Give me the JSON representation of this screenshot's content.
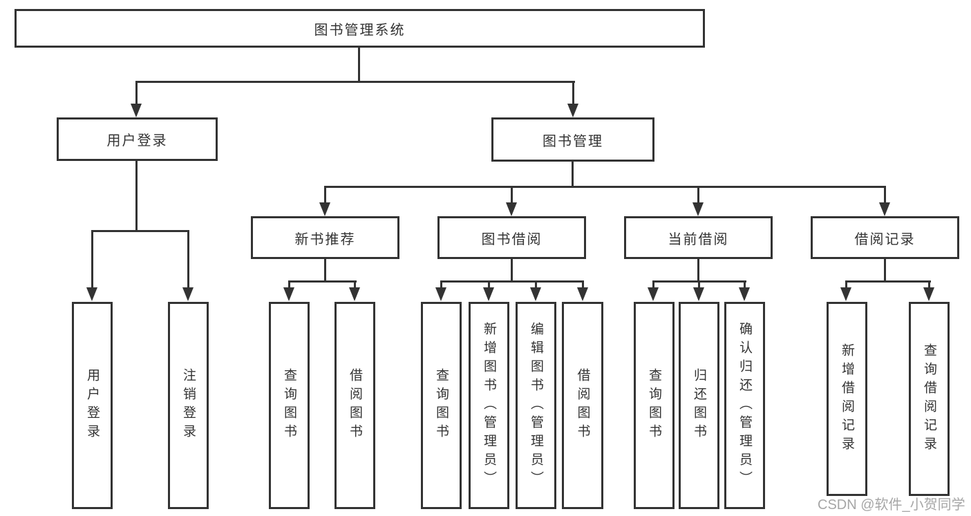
{
  "watermark": "CSDN @软件_小贺同学",
  "colors": {
    "line": "#333333",
    "text": "#333333",
    "background": "#ffffff",
    "watermark": "#9e9e9e"
  },
  "tree": {
    "root": "图书管理系统",
    "children": [
      {
        "label": "用户登录",
        "children": [
          "用户登录",
          "注销登录"
        ]
      },
      {
        "label": "图书管理",
        "children": [
          {
            "label": "新书推荐",
            "children": [
              "查询图书",
              "借阅图书"
            ]
          },
          {
            "label": "图书借阅",
            "children": [
              "查询图书",
              "新增图书（管理员）",
              "编辑图书（管理员）",
              "借阅图书"
            ]
          },
          {
            "label": "当前借阅",
            "children": [
              "查询图书",
              "归还图书",
              "确认归还（管理员）"
            ]
          },
          {
            "label": "借阅记录",
            "children": [
              "新增借阅记录",
              "查询借阅记录"
            ]
          }
        ]
      }
    ]
  }
}
